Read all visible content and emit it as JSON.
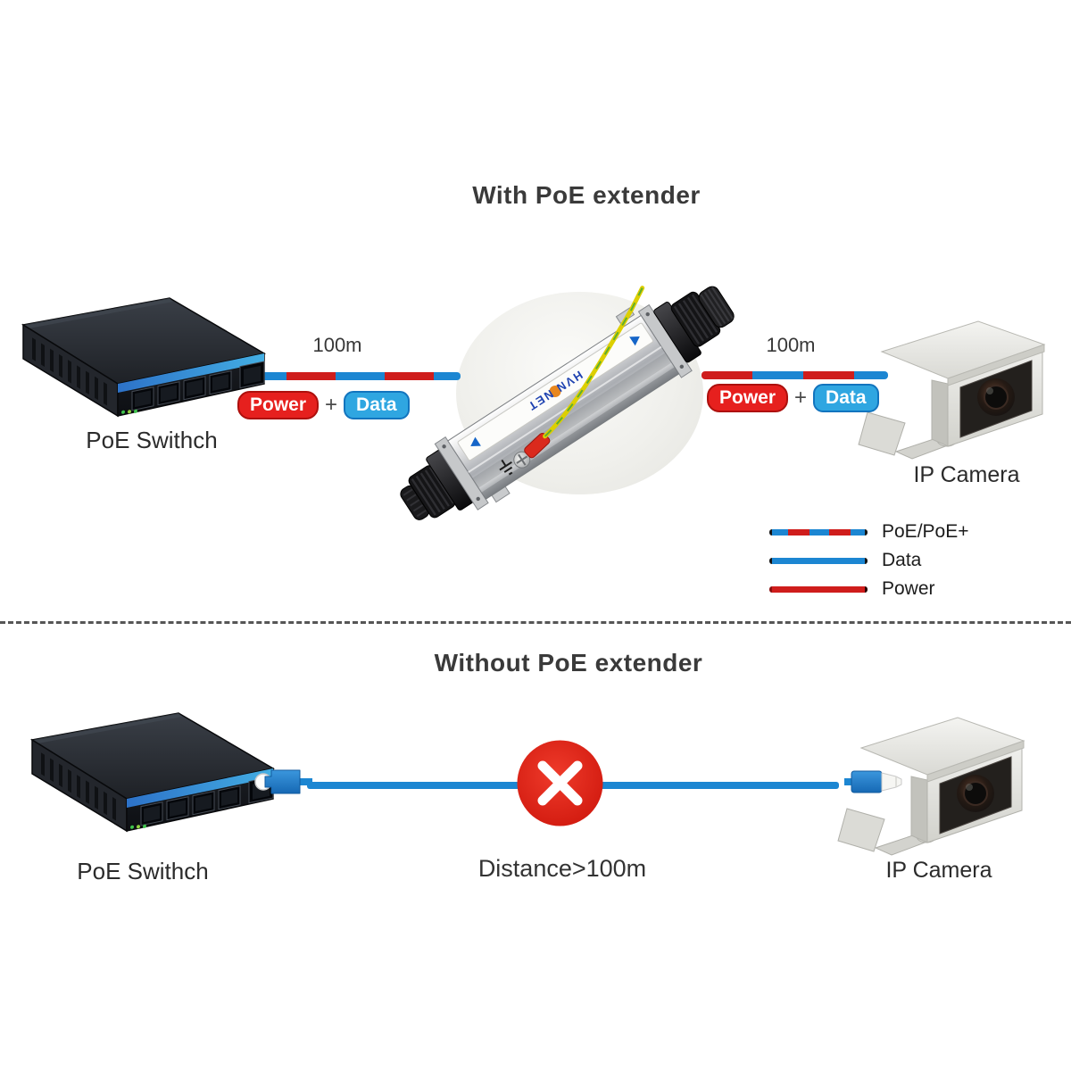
{
  "top_section": {
    "title": "With PoE extender",
    "switch_label": "PoE Swithch",
    "camera_label": "IP Camera",
    "left_cable": {
      "distance": "100m",
      "power_badge": "Power",
      "plus": "+",
      "data_badge": "Data"
    },
    "right_cable": {
      "distance": "100m",
      "power_badge": "Power",
      "plus": "+",
      "data_badge": "Data"
    },
    "extender_logo": "HVN NET"
  },
  "legend": {
    "items": [
      {
        "label": "PoE/PoE+",
        "line": "striped-red-blue"
      },
      {
        "label": "Data",
        "line": "blue"
      },
      {
        "label": "Power",
        "line": "red"
      }
    ]
  },
  "bottom_section": {
    "title": "Without PoE extender",
    "switch_label": "PoE Swithch",
    "camera_label": "IP Camera",
    "distance_label": "Distance>100m"
  },
  "colors": {
    "data_blue": "#1c86d2",
    "power_red": "#cf1d1c",
    "badge_red": "#e6201e",
    "badge_blue": "#2fa6e1",
    "error_red": "#dd1f12",
    "text_dark": "#3a3a3a"
  }
}
